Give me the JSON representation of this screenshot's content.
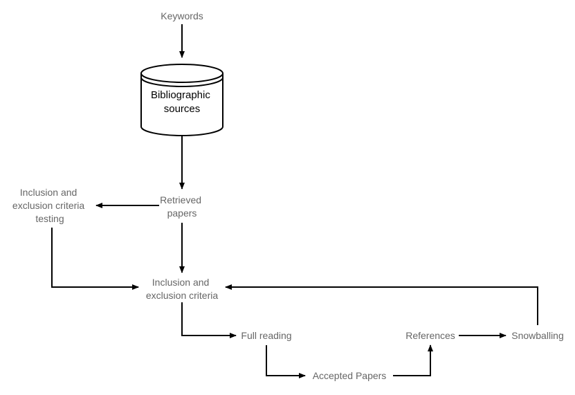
{
  "nodes": {
    "keywords": {
      "lines": [
        "Keywords"
      ]
    },
    "bibliographic_sources": {
      "lines": [
        "Bibliographic",
        "sources"
      ]
    },
    "retrieved_papers": {
      "lines": [
        "Retrieved",
        "papers"
      ]
    },
    "criteria_testing": {
      "lines": [
        "Inclusion and",
        "exclusion criteria",
        "testing"
      ]
    },
    "criteria": {
      "lines": [
        "Inclusion and",
        "exclusion criteria"
      ]
    },
    "full_reading": {
      "lines": [
        "Full reading"
      ]
    },
    "accepted_papers": {
      "lines": [
        "Accepted Papers"
      ]
    },
    "references": {
      "lines": [
        "References"
      ]
    },
    "snowballing": {
      "lines": [
        "Snowballing"
      ]
    }
  },
  "edges": [
    {
      "from": "keywords",
      "to": "bibliographic_sources"
    },
    {
      "from": "bibliographic_sources",
      "to": "retrieved_papers"
    },
    {
      "from": "retrieved_papers",
      "to": "criteria_testing"
    },
    {
      "from": "retrieved_papers",
      "to": "criteria"
    },
    {
      "from": "criteria_testing",
      "to": "criteria"
    },
    {
      "from": "criteria",
      "to": "full_reading"
    },
    {
      "from": "full_reading",
      "to": "accepted_papers"
    },
    {
      "from": "accepted_papers",
      "to": "references"
    },
    {
      "from": "references",
      "to": "snowballing"
    },
    {
      "from": "snowballing",
      "to": "criteria"
    }
  ],
  "colors": {
    "label_text": "#666666",
    "db_text": "#000000",
    "edges": "#000000"
  }
}
